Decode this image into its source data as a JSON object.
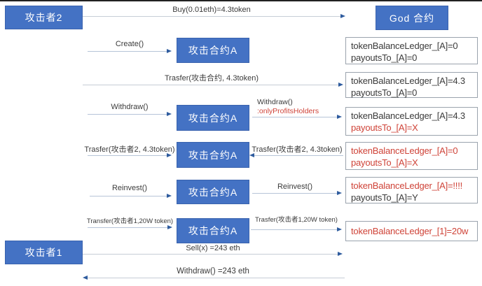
{
  "palette": {
    "box_blue": "#4472c4",
    "box_blue_border": "#3a63ae",
    "ledger_border": "#9aa3ad",
    "line": "#c6cdd6",
    "line_blue": "#b6c4d8",
    "arrowhead": "#2e5b9e",
    "text_dark": "#3b3b3b",
    "red": "#cf4338",
    "top_line": "#222222"
  },
  "actors": {
    "attacker2": "攻击者2",
    "attacker1": "攻击者1",
    "god_contract": "God 合约",
    "attack_contract": "攻击合约A"
  },
  "flows": {
    "buy": {
      "label": "Buy(0.01eth)=4.3token"
    },
    "create": {
      "label": "Create()"
    },
    "transfer_to_contract": {
      "label": "Trasfer(攻击合约, 4.3token)"
    },
    "withdraw_left": {
      "label": "Withdraw()"
    },
    "withdraw_right": {
      "label": "Withdraw()",
      "guard": ":onlyProfitsHolders"
    },
    "transfer_attacker2_left": {
      "label": "Trasfer(攻击者2, 4.3token)"
    },
    "transfer_attacker2_right": {
      "label": "Trasfer(攻击者2, 4.3token)"
    },
    "reinvest_left": {
      "label": "Reinvest()"
    },
    "reinvest_right": {
      "label": "Reinvest()"
    },
    "transfer_attacker1_left": {
      "label": "Transfer(攻击者1,20W token)"
    },
    "transfer_attacker1_right": {
      "label": "Trasfer(攻击者1,20W token)"
    },
    "sell": {
      "label": "Sell(x) =243 eth"
    },
    "withdraw_eth": {
      "label": "Withdraw() =243 eth"
    }
  },
  "ledgers": [
    {
      "lines": [
        {
          "text": "tokenBalanceLedger_[A]=0",
          "color": "black"
        },
        {
          "text": "payoutsTo_[A]=0",
          "color": "black"
        }
      ]
    },
    {
      "lines": [
        {
          "text": "tokenBalanceLedger_[A]=4.3",
          "color": "black"
        },
        {
          "text": "payoutsTo_[A]=0",
          "color": "black"
        }
      ]
    },
    {
      "lines": [
        {
          "text": "tokenBalanceLedger_[A]=4.3",
          "color": "black"
        },
        {
          "text": "payoutsTo_[A]=X",
          "color": "red"
        }
      ]
    },
    {
      "lines": [
        {
          "text": "tokenBalanceLedger_[A]=0",
          "color": "red"
        },
        {
          "text": "payoutsTo_[A]=X",
          "color": "red"
        }
      ]
    },
    {
      "lines": [
        {
          "text": "tokenBalanceLedger_[A]=!!!!",
          "color": "red"
        },
        {
          "text": "payoutsTo_[A]=Y",
          "color": "black"
        }
      ]
    },
    {
      "lines": [
        {
          "text": "tokenBalanceLedger_[1]=20w",
          "color": "red"
        }
      ]
    }
  ]
}
